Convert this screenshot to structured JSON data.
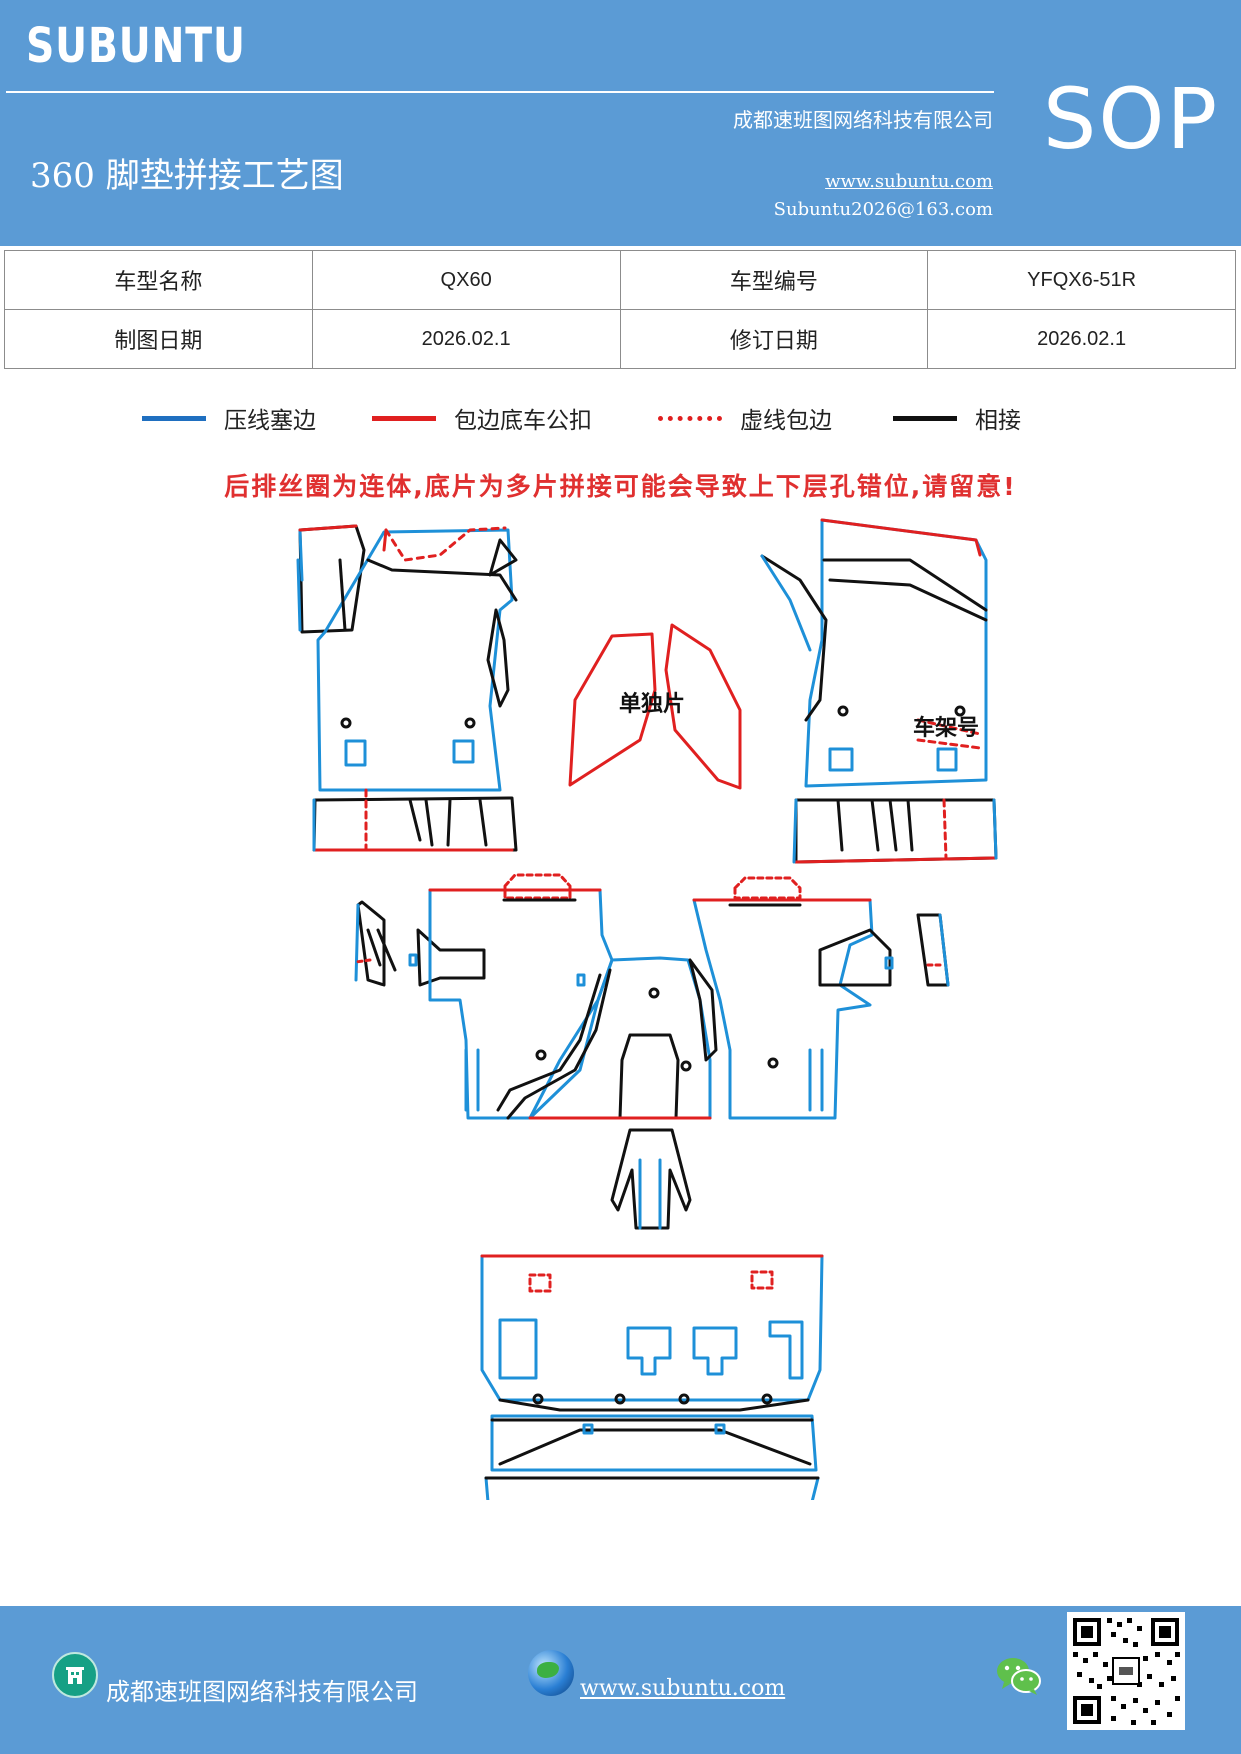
{
  "header": {
    "brand": "SUBUNTU",
    "company": "成都速班图网络科技有限公司",
    "title": "360 脚垫拼接工艺图",
    "website": "www.subuntu.com",
    "email": "Subuntu2026@163.com",
    "badge": "SOP"
  },
  "info_table": {
    "rows": [
      {
        "label1": "车型名称",
        "value1": "QX60",
        "label2": "车型编号",
        "value2": "YFQX6-51R"
      },
      {
        "label1": "制图日期",
        "value1": "2026.02.1",
        "label2": "修订日期",
        "value2": "2026.02.1"
      }
    ]
  },
  "legend": [
    {
      "label": "压线塞边",
      "color": "#1f6fc0",
      "style": "solid"
    },
    {
      "label": "包边底车公扣",
      "color": "#e02020",
      "style": "solid"
    },
    {
      "label": "虚线包边",
      "color": "#e02020",
      "style": "dotted"
    },
    {
      "label": "相接",
      "color": "#111111",
      "style": "solid"
    }
  ],
  "warning": "后排丝圈为连体,底片为多片拼接可能会导致上下层孔错位,请留意!",
  "diagram_labels": {
    "single_piece": "单独片",
    "frame_number": "车架号"
  },
  "footer": {
    "company": "成都速班图网络科技有限公司",
    "website": "www.subuntu.com"
  },
  "colors": {
    "header_bg": "#5b9bd5",
    "blue_line": "#1e90d8",
    "red_line": "#e02020",
    "black_line": "#111111"
  }
}
